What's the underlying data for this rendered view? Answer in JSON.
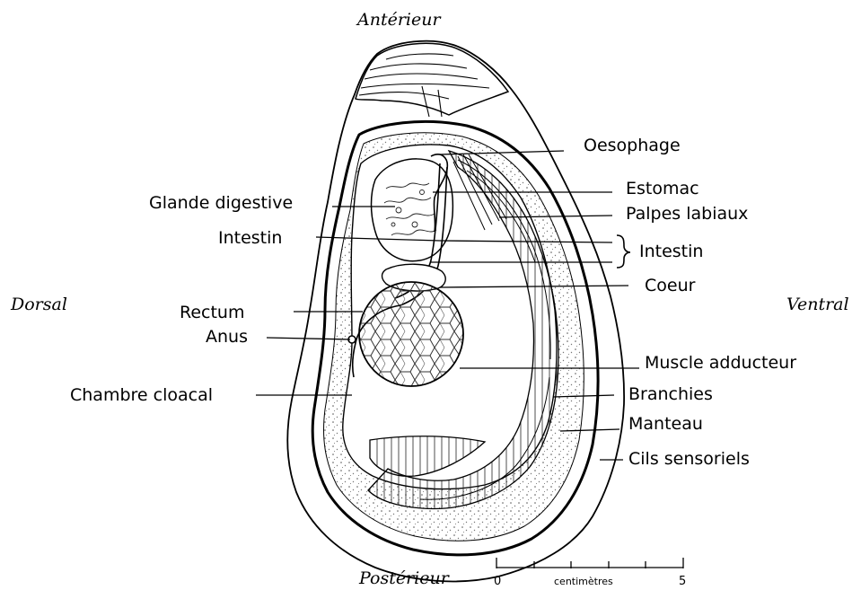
{
  "orientation": {
    "anterior": "Antérieur",
    "posterior": "Postérieur",
    "dorsal": "Dorsal",
    "ventral": "Ventral"
  },
  "labels_left": {
    "glande_digestive": "Glande digestive",
    "intestin": "Intestin",
    "rectum": "Rectum",
    "anus": "Anus",
    "chambre_cloacal": "Chambre cloacal"
  },
  "labels_right": {
    "oesophage": "Oesophage",
    "estomac": "Estomac",
    "palpes_labiaux": "Palpes labiaux",
    "intestin": "Intestin",
    "coeur": "Coeur",
    "muscle_adducteur": "Muscle adducteur",
    "branchies": "Branchies",
    "manteau": "Manteau",
    "cils_sensoriels": "Cils sensoriels"
  },
  "scale_bar": {
    "start": "0",
    "end": "5",
    "unit": "centimètres"
  }
}
